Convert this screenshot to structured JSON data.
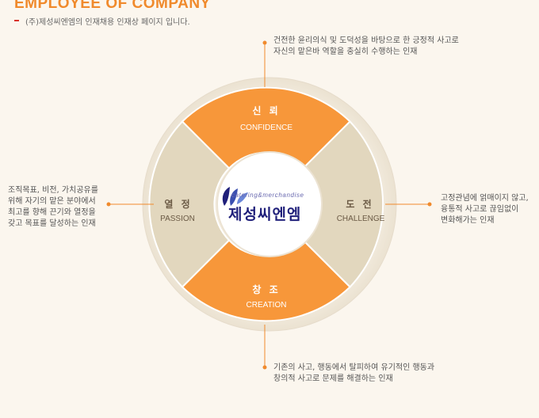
{
  "header": {
    "title": "EMPLOYEE OF COMPANY",
    "subtitle": "(주)제성씨엔엠의 인재채용 인재상 페이지 입니다."
  },
  "logo": {
    "tagline": "catering&merchandise",
    "name": "제성씨엔엠"
  },
  "segments": {
    "trust": {
      "title": "신 뢰",
      "subtitle": "CONFIDENCE",
      "desc_line1": "건전한 윤리의식 및 도덕성을 바탕으로 한 긍정적 사고로",
      "desc_line2": "자신의 맡은바 역할을 충실히 수행하는 인재"
    },
    "passion": {
      "title": "열 정",
      "subtitle": "PASSION",
      "desc_line1": "조직목표, 비전, 가치공유를",
      "desc_line2": "위해 자기의 맡은 분야에서",
      "desc_line3": "최고를 향해 끈기와 열정을",
      "desc_line4": "갖고 목표를 달성하는 인재"
    },
    "challenge": {
      "title": "도 전",
      "subtitle": "CHALLENGE",
      "desc_line1": "고정관념에 얽매이지 않고,",
      "desc_line2": "융통적 사고로 끊임없이",
      "desc_line3": "변화해가는 인재"
    },
    "creation": {
      "title": "창 조",
      "subtitle": "CREATION",
      "desc_line1": "기존의 사고, 행동에서 탈피하여 유기적인 행동과",
      "desc_line2": "창의적 사고로 문제를 해결하는 인재"
    }
  },
  "colors": {
    "orange": "#f7973a",
    "beige": "#e2d7be",
    "accent_red": "#d9332b",
    "title_orange": "#f08a2c"
  }
}
